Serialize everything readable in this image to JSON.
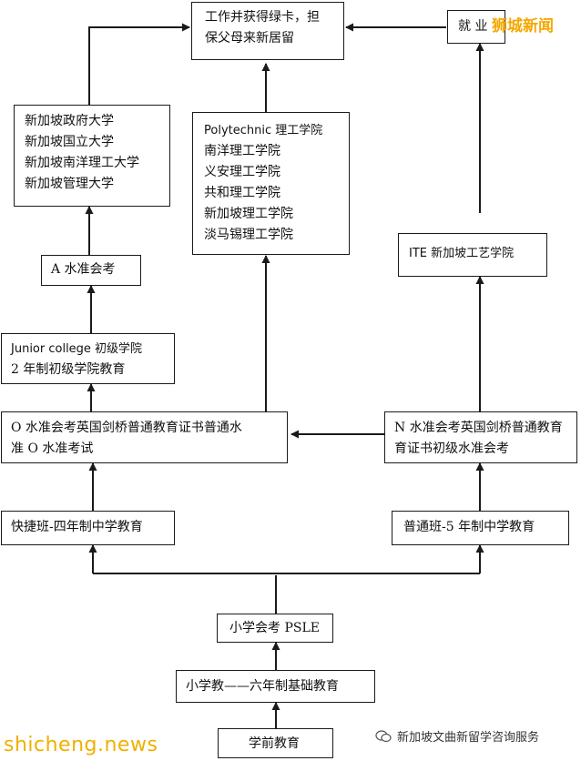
{
  "nodes": {
    "work_green_card": [
      "工作并获得绿卡，担",
      "保父母来新居留"
    ],
    "employment": [
      "就 业"
    ],
    "universities": [
      "新加坡政府大学",
      "新加坡国立大学",
      "新加坡南洋理工大学",
      "新加坡管理大学"
    ],
    "polytechnic": [
      "Polytechnic 理工学院",
      "南洋理工学院",
      "义安理工学院",
      "共和理工学院",
      "新加坡理工学院",
      "淡马锡理工学院"
    ],
    "ite": [
      "ITE 新加坡工艺学院"
    ],
    "a_level": [
      "A 水准会考"
    ],
    "junior_college": [
      "Junior college 初级学院",
      "2 年制初级学院教育"
    ],
    "o_level": [
      "O  水准会考英国剑桥普通教育证书普通水",
      "准    O 水准考试"
    ],
    "n_level": [
      "N  水准会考英国剑桥普通教育",
      "育证书初级水准会考"
    ],
    "express": [
      "快捷班-四年制中学教育"
    ],
    "normal": [
      "普通班-5 年制中学教育"
    ],
    "psle": [
      "小学会考 PSLE"
    ],
    "primary": [
      "小学教——六年制基础教育"
    ],
    "preschool": [
      "学前教育"
    ]
  },
  "watermarks": {
    "top_right": "狮城新闻",
    "bottom_left": "shicheng.news",
    "bottom_right": "新加坡文曲新留学咨询服务"
  },
  "colors": {
    "watermark_orange": "#f5a800",
    "line": "#1a1a1a"
  }
}
